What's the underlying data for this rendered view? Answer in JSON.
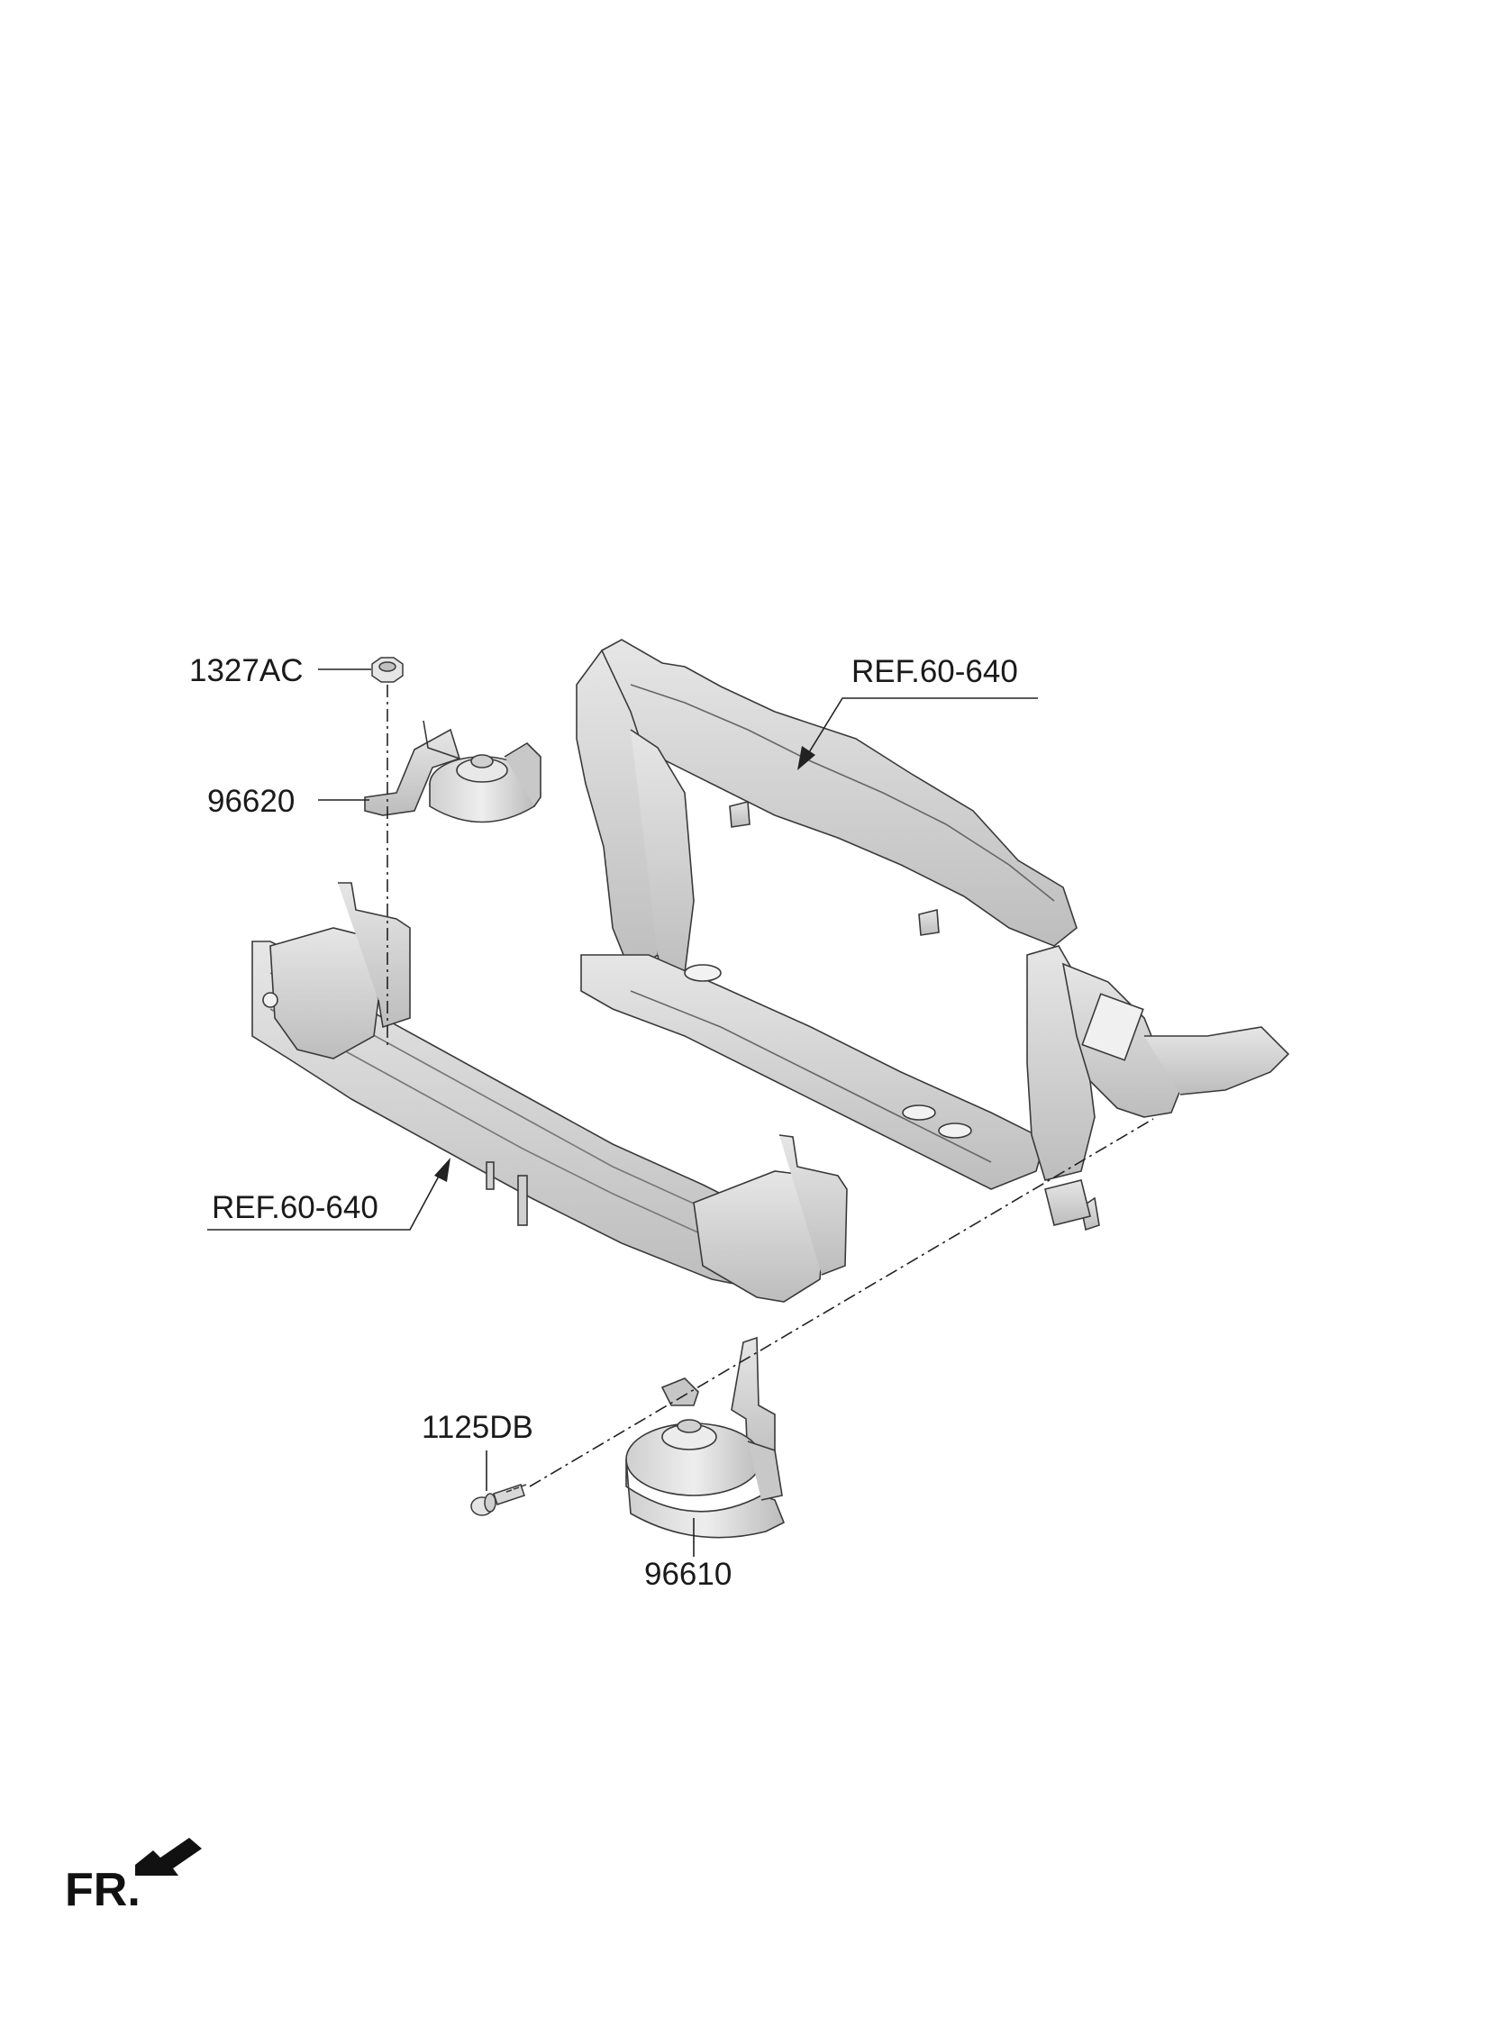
{
  "labels": {
    "nut": "1327AC",
    "horn_low": "96620",
    "ref_carrier": "REF.60-640",
    "ref_beam": "REF.60-640",
    "bolt": "1125DB",
    "horn_high": "96610"
  },
  "direction": {
    "text": "FR.",
    "icon": "front-direction-arrow-icon"
  },
  "colors": {
    "part_fill": "#d6d6d6",
    "part_shade": "#b3b3b3",
    "part_light": "#eaeaea",
    "line": "#222222"
  }
}
